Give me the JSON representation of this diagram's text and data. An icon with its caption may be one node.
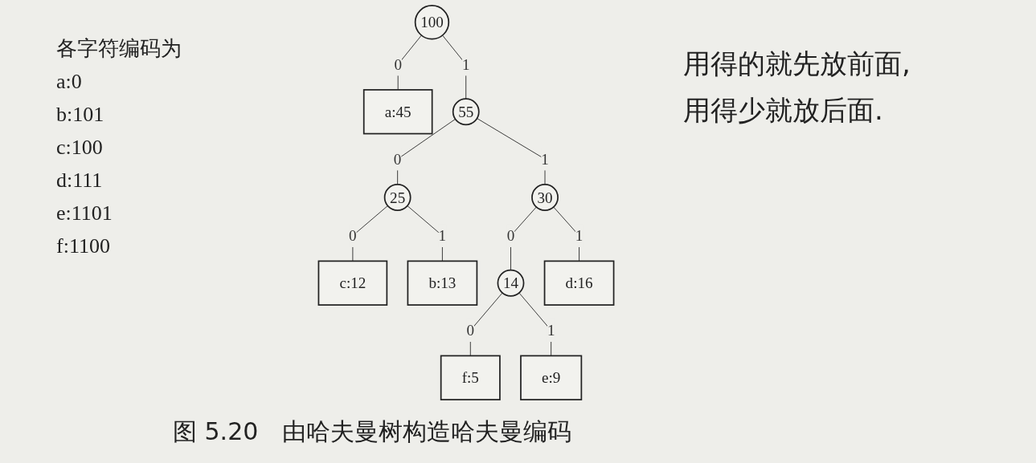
{
  "diagram": {
    "caption": "图 5.20　由哈夫曼树构造哈夫曼编码",
    "nodes": [
      {
        "text": [
          "100"
        ]
      },
      {
        "text": [
          "a:45"
        ]
      },
      {
        "text": [
          "55"
        ]
      },
      {
        "text": [
          "25"
        ]
      },
      {
        "text": [
          "30"
        ]
      },
      {
        "text": [
          "c:12"
        ]
      },
      {
        "text": [
          "b:13"
        ]
      },
      {
        "text": [
          "14"
        ]
      },
      {
        "text": [
          "d:16"
        ]
      },
      {
        "text": [
          "f:5"
        ]
      },
      {
        "text": [
          "e:9"
        ]
      }
    ],
    "edges": [
      {
        "from": 0,
        "to": 1,
        "arrow": "none",
        "label": "0"
      },
      {
        "from": 0,
        "to": 2,
        "arrow": "none",
        "label": "1"
      },
      {
        "from": 2,
        "to": 3,
        "arrow": "none",
        "label": "0"
      },
      {
        "from": 2,
        "to": 4,
        "arrow": "none",
        "label": "1"
      },
      {
        "from": 3,
        "to": 5,
        "arrow": "none",
        "label": "0"
      },
      {
        "from": 3,
        "to": 6,
        "arrow": "none",
        "label": "1"
      },
      {
        "from": 4,
        "to": 7,
        "arrow": "none",
        "label": "0"
      },
      {
        "from": 4,
        "to": 8,
        "arrow": "none",
        "label": "1"
      },
      {
        "from": 7,
        "to": 9,
        "arrow": "none",
        "label": "0"
      },
      {
        "from": 7,
        "to": 10,
        "arrow": "none",
        "label": "1"
      }
    ],
    "labels": [
      "各字符编码为",
      "a:0",
      "b:101",
      "c:100",
      "d:111",
      "e:1101",
      "f:1100",
      "用得的就先放前面,",
      "用得少就放后面."
    ]
  }
}
